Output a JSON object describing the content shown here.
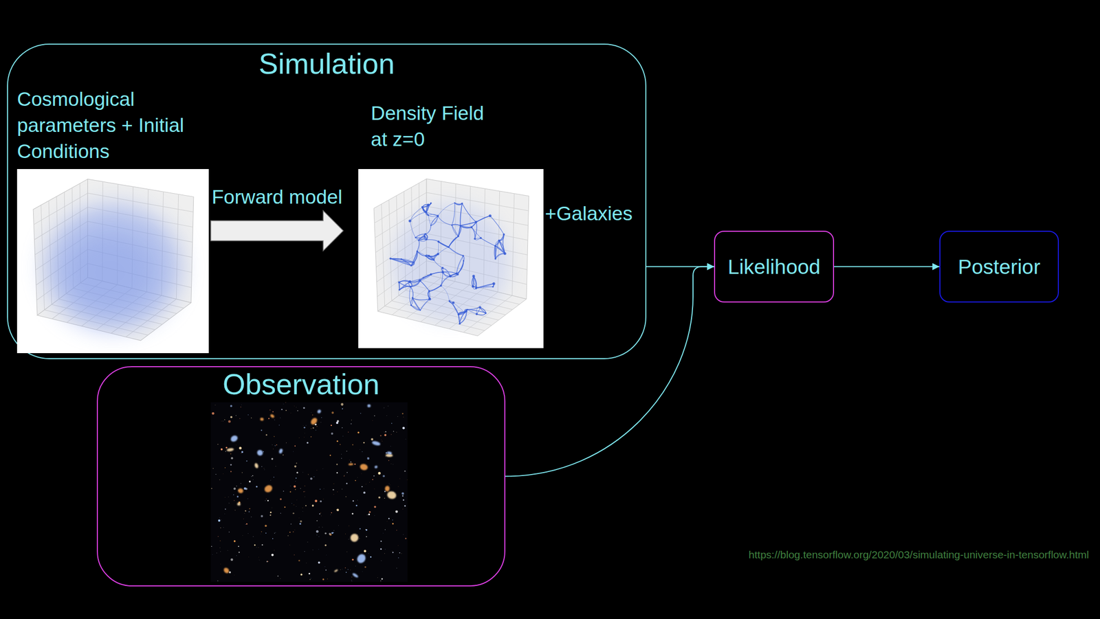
{
  "diagram": {
    "nodes": [
      {
        "text": [
          "Simulation"
        ]
      },
      {
        "text": [
          "Cosmological parameters + Initial Conditions"
        ],
        "in": 0
      },
      {
        "text": [
          "Density Field at z=0"
        ],
        "in": 0
      },
      {
        "text": [
          "Observation"
        ]
      },
      {
        "text": [
          "Likelihood"
        ]
      },
      {
        "text": [
          "Posterior"
        ]
      }
    ],
    "edges": [
      {
        "from": 1,
        "to": 2,
        "label": "Forward model",
        "arrow": "to"
      },
      {
        "from": 0,
        "to": 4,
        "arrow": "to"
      },
      {
        "from": 3,
        "to": 4,
        "arrow": "to"
      },
      {
        "from": 4,
        "to": 5,
        "arrow": "to"
      }
    ],
    "labels": [
      "+Galaxies",
      "https://blog.tensorflow.org/2020/03/simulating-universe-in-tensorflow.html"
    ]
  }
}
